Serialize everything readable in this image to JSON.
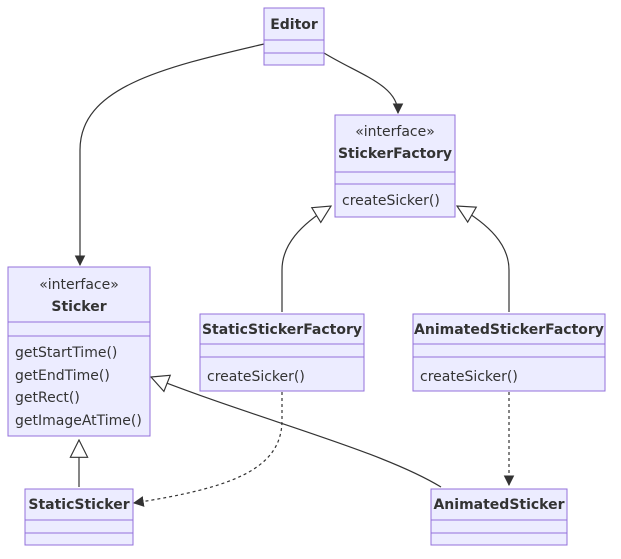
{
  "classes": {
    "editor": {
      "name": "Editor"
    },
    "sticker_factory": {
      "stereotype": "«interface»",
      "name": "StickerFactory",
      "methods": [
        "createSicker()"
      ]
    },
    "sticker": {
      "stereotype": "«interface»",
      "name": "Sticker",
      "methods": [
        "getStartTime()",
        "getEndTime()",
        "getRect()",
        "getImageAtTime()"
      ]
    },
    "static_sticker_factory": {
      "name": "StaticStickerFactory",
      "methods": [
        "createSicker()"
      ]
    },
    "animated_sticker_factory": {
      "name": "AnimatedStickerFactory",
      "methods": [
        "createSicker()"
      ]
    },
    "static_sticker": {
      "name": "StaticSticker"
    },
    "animated_sticker": {
      "name": "AnimatedSticker"
    }
  },
  "relations": [
    {
      "from": "Editor",
      "to": "Sticker",
      "type": "association"
    },
    {
      "from": "Editor",
      "to": "StickerFactory",
      "type": "association"
    },
    {
      "from": "StaticStickerFactory",
      "to": "StickerFactory",
      "type": "realization"
    },
    {
      "from": "AnimatedStickerFactory",
      "to": "StickerFactory",
      "type": "realization"
    },
    {
      "from": "StaticSticker",
      "to": "Sticker",
      "type": "realization"
    },
    {
      "from": "AnimatedSticker",
      "to": "Sticker",
      "type": "realization"
    },
    {
      "from": "StaticStickerFactory",
      "to": "StaticSticker",
      "type": "dependency"
    },
    {
      "from": "AnimatedStickerFactory",
      "to": "AnimatedSticker",
      "type": "dependency"
    }
  ]
}
